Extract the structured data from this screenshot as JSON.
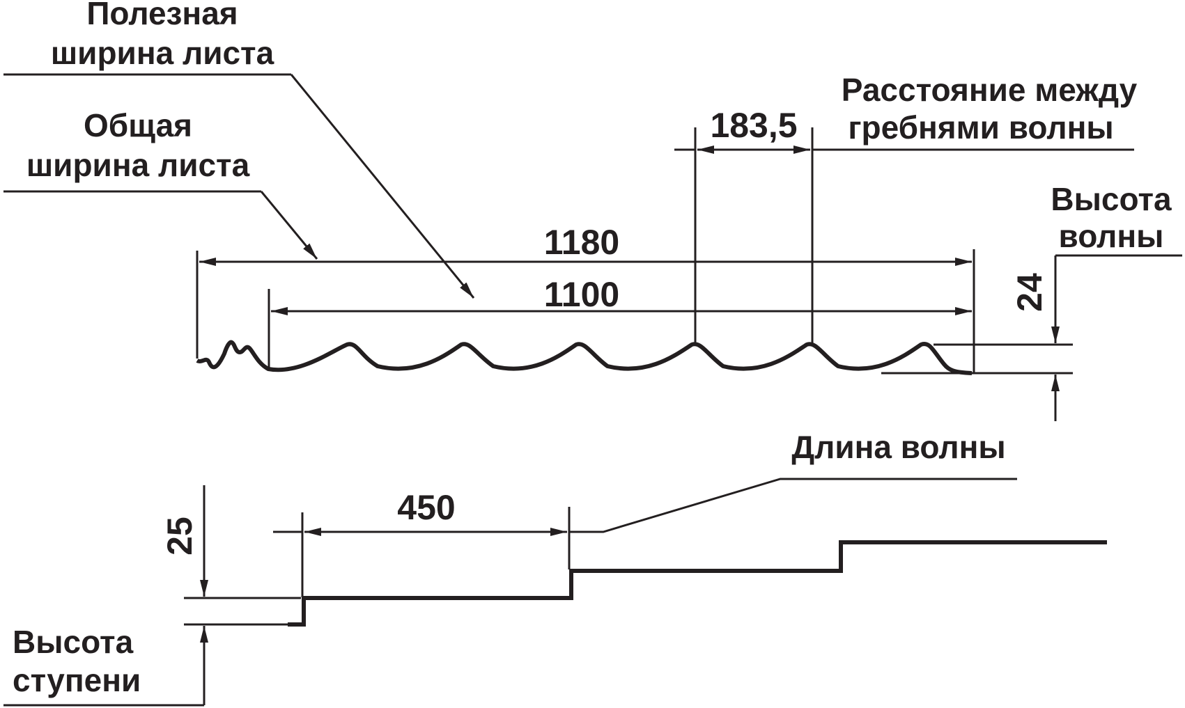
{
  "labels": {
    "useful_width_line1": "Полезная",
    "useful_width_line2": "ширина листа",
    "total_width_line1": "Общая",
    "total_width_line2": "ширина листа",
    "crest_distance_line1": "Расстояние между",
    "crest_distance_line2": "гребнями волны",
    "wave_height_line1": "Высота",
    "wave_height_line2": "волны",
    "wave_length": "Длина волны",
    "step_height_line1": "Высота",
    "step_height_line2": "ступени"
  },
  "dimensions": {
    "total_width": "1180",
    "useful_width": "1100",
    "crest_distance": "183,5",
    "wave_height": "24",
    "wave_length": "450",
    "step_height": "25"
  },
  "colors": {
    "ink": "#231f20",
    "background": "#ffffff"
  }
}
